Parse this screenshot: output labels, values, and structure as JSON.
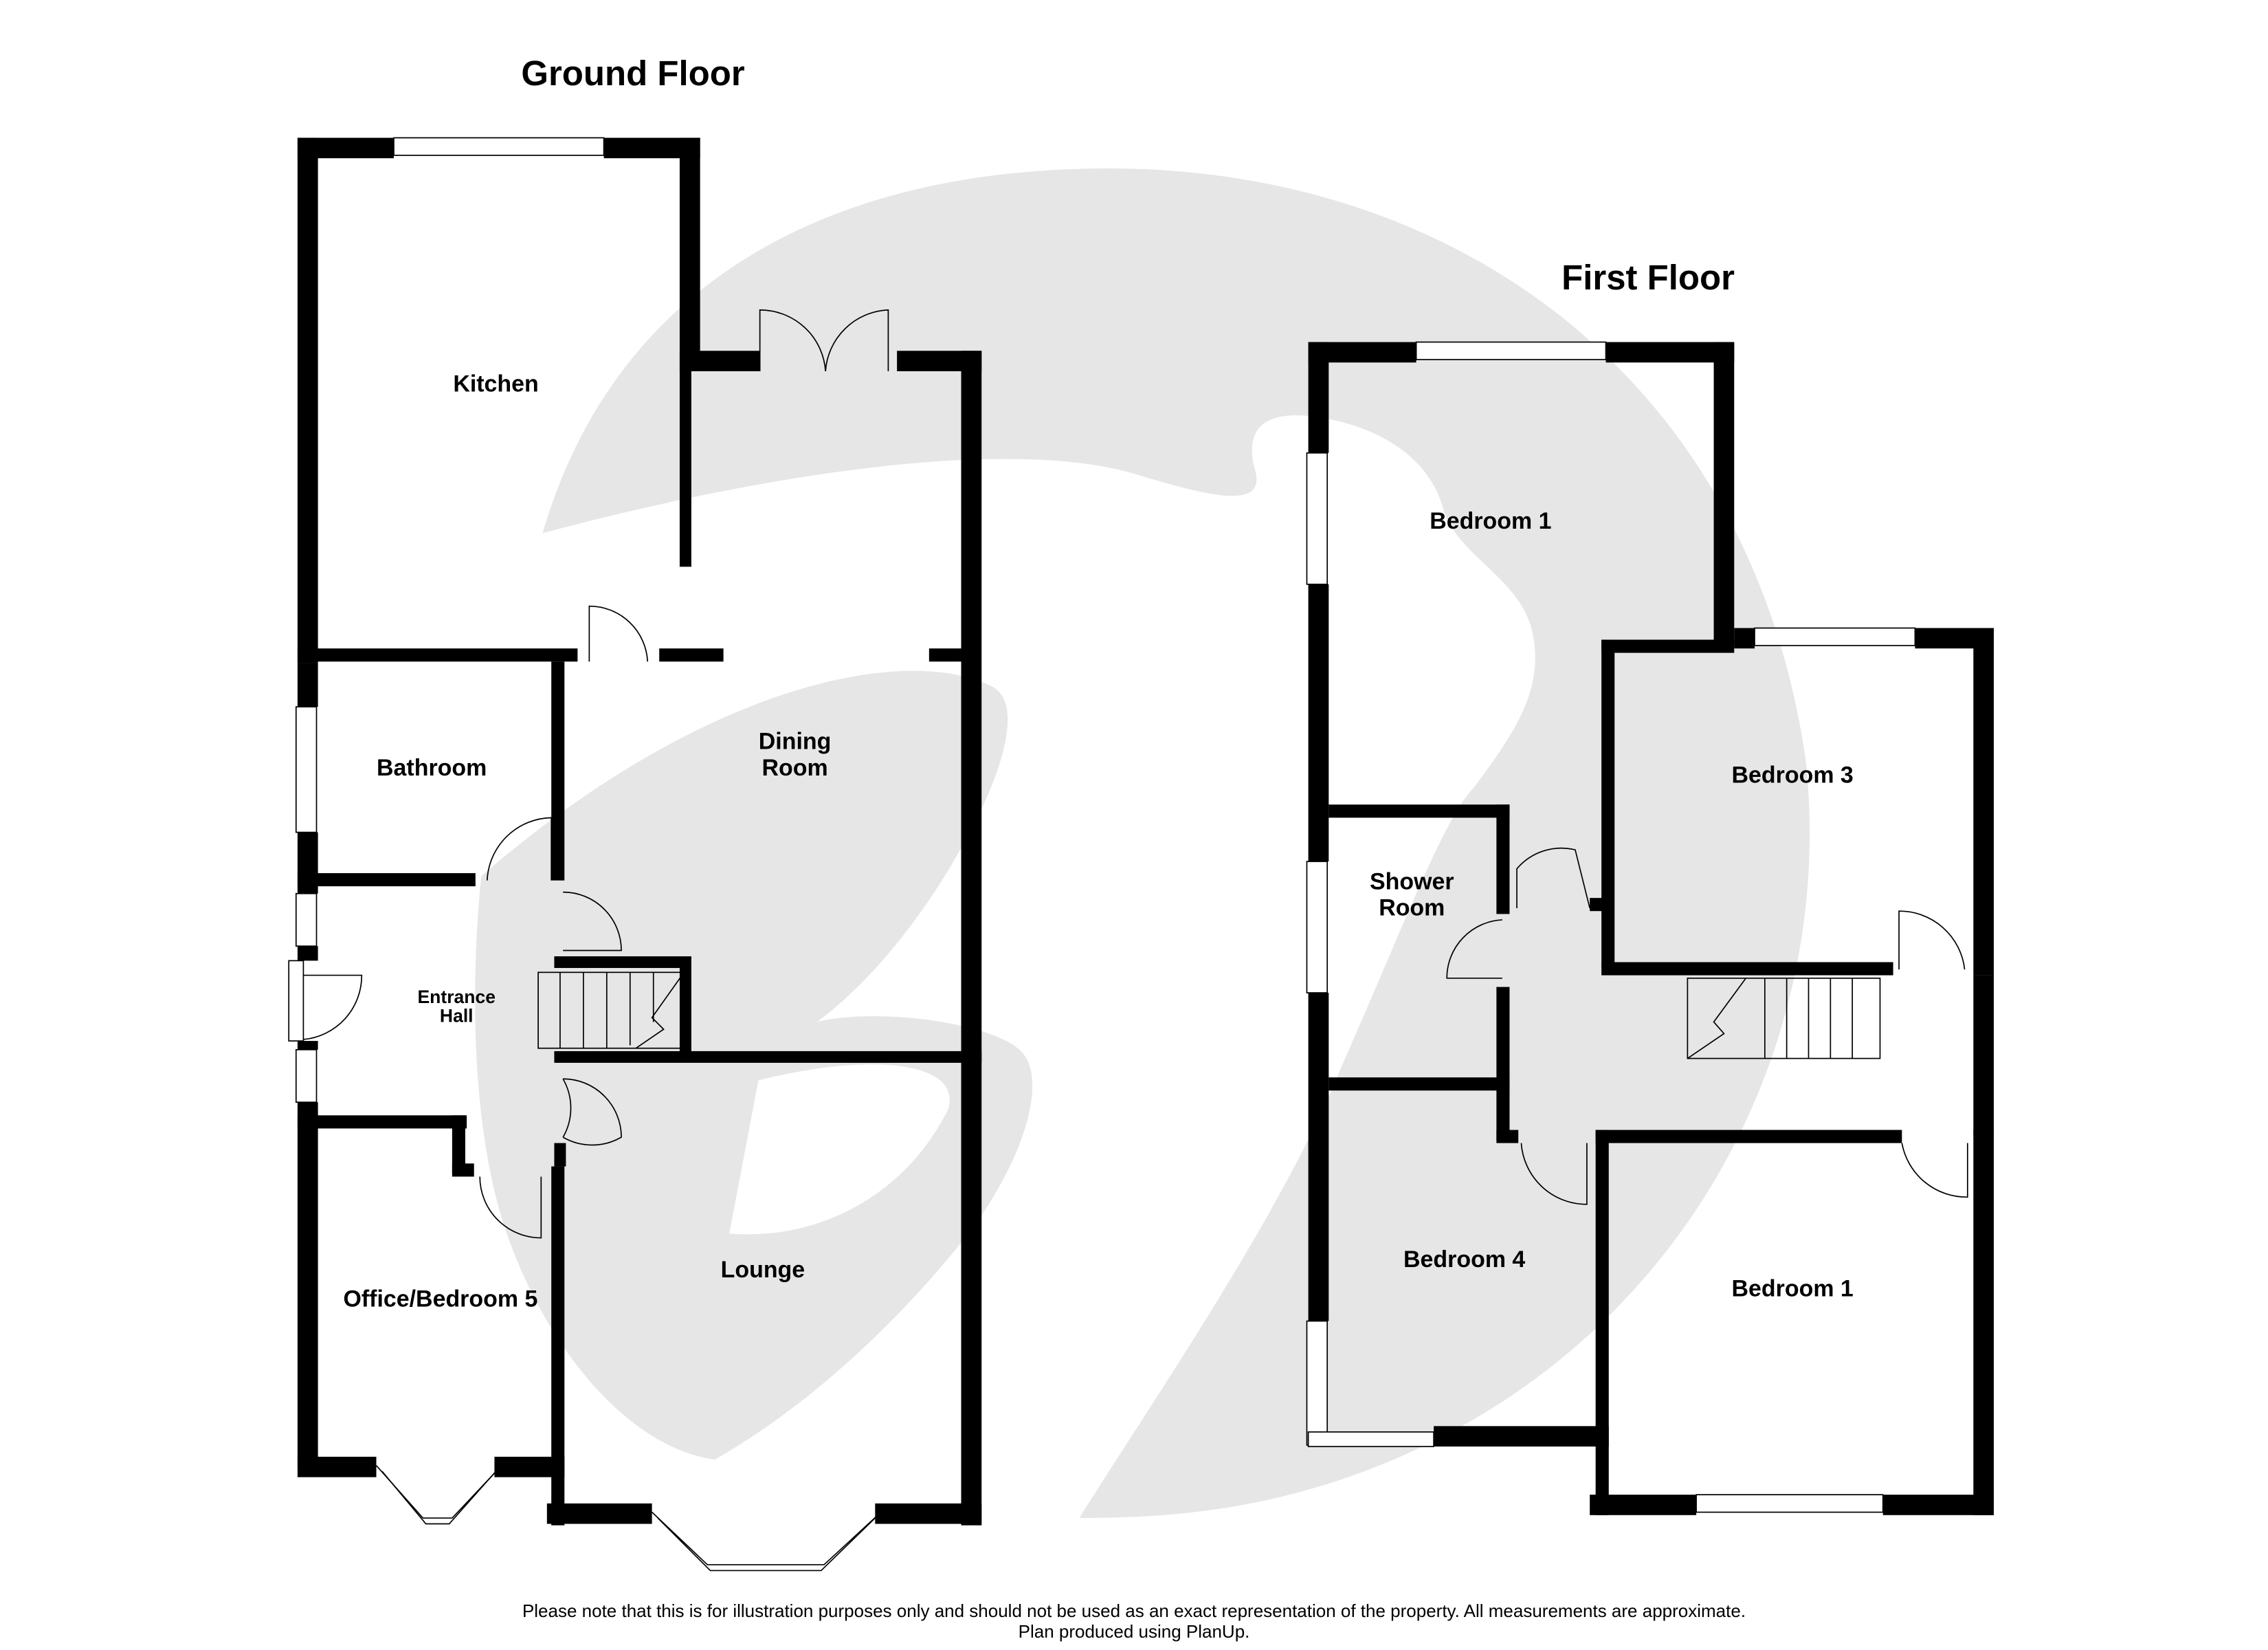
{
  "ground_floor": {
    "title": "Ground Floor",
    "rooms": {
      "kitchen": "Kitchen",
      "bathroom": "Bathroom",
      "dining_line1": "Dining",
      "dining_line2": "Room",
      "entrance_line1": "Entrance",
      "entrance_line2": "Hall",
      "office": "Office/Bedroom 5",
      "lounge": "Lounge"
    }
  },
  "first_floor": {
    "title": "First Floor",
    "rooms": {
      "bedroom1_top": "Bedroom 1",
      "bedroom3": "Bedroom 3",
      "shower_line1": "Shower",
      "shower_line2": "Room",
      "bedroom4": "Bedroom 4",
      "bedroom1_bottom": "Bedroom 1"
    }
  },
  "footer": {
    "disclaimer": "Please note that this is for illustration purposes only and should not be used as an exact representation of the property. All measurements are approximate.",
    "credit": "Plan produced using PlanUp."
  },
  "colors": {
    "wall": "#000000",
    "watermark": "#e6e6e6",
    "background": "#ffffff"
  }
}
